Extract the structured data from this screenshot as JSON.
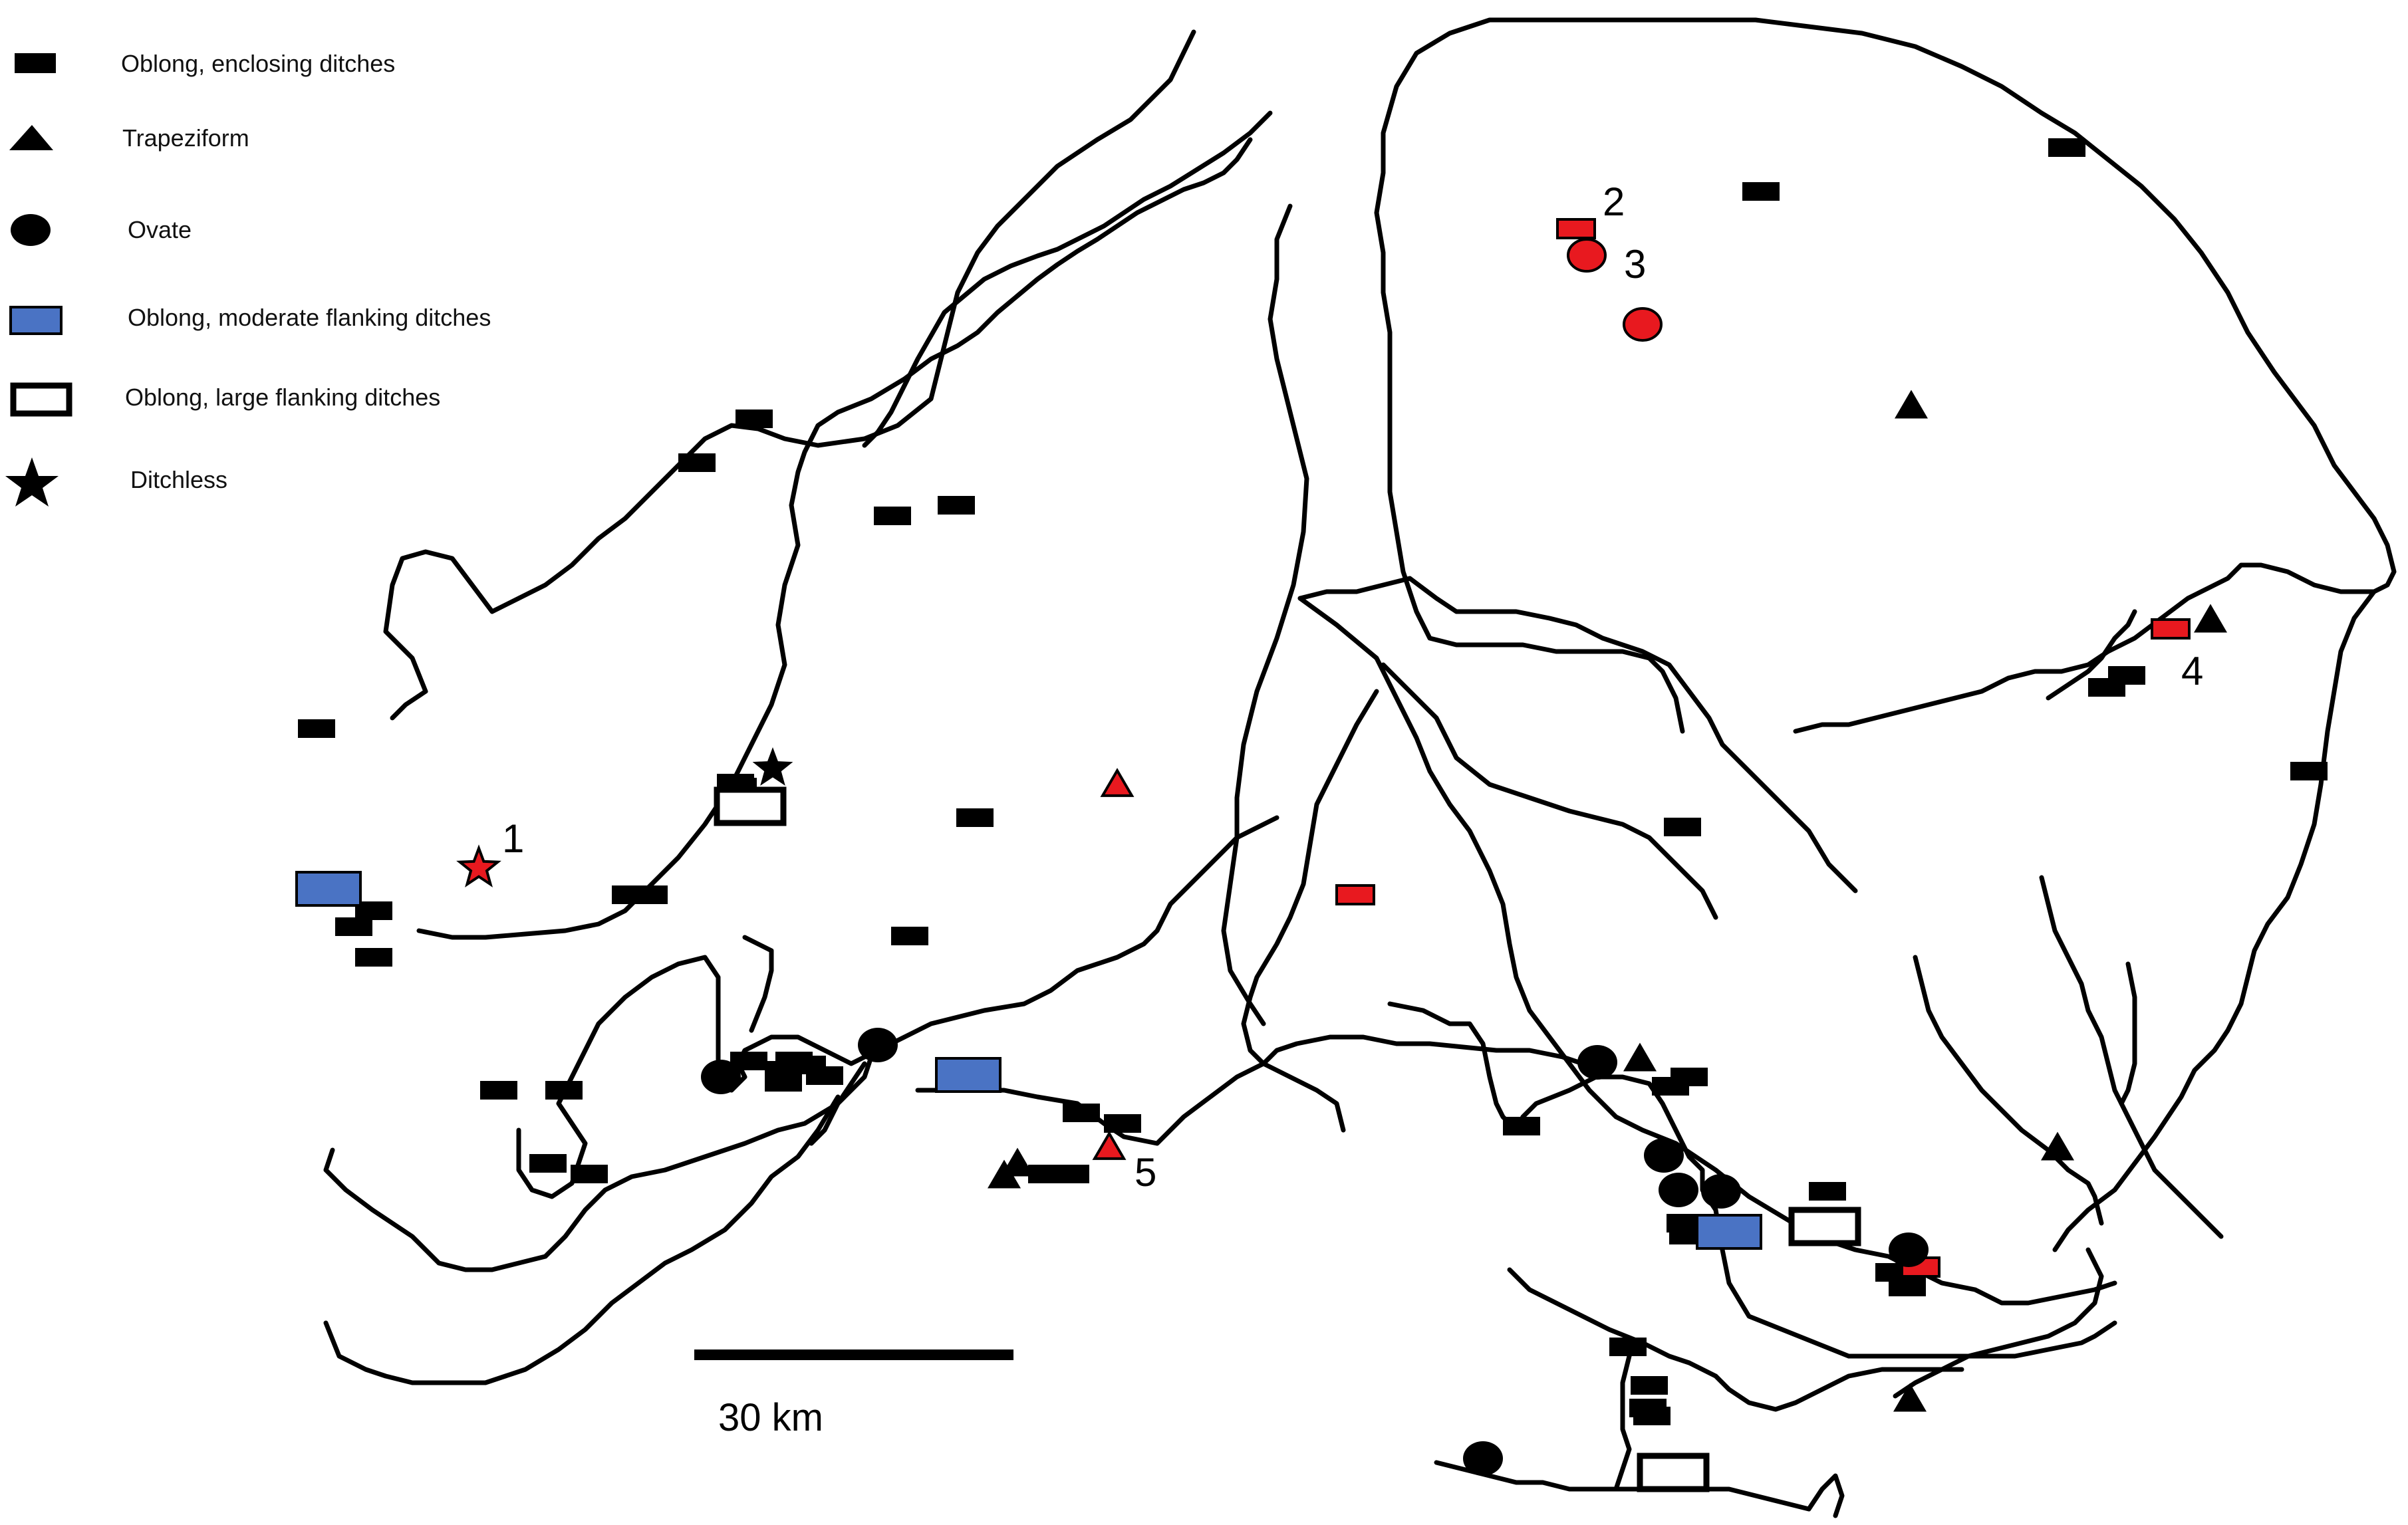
{
  "legend": {
    "items": [
      {
        "key": "oblong-enclosing",
        "label": "Oblong, enclosing ditches"
      },
      {
        "key": "trapeziform",
        "label": "Trapeziform"
      },
      {
        "key": "ovate",
        "label": "Ovate"
      },
      {
        "key": "oblong-moderate",
        "label": "Oblong, moderate flanking ditches"
      },
      {
        "key": "oblong-large",
        "label": "Oblong, large flanking ditches"
      },
      {
        "key": "ditchless",
        "label": "Ditchless"
      }
    ]
  },
  "site_labels": [
    "1",
    "2",
    "3",
    "4",
    "5"
  ],
  "scale_bar": {
    "label": "30 km"
  },
  "colors": {
    "black": "#000000",
    "highlight_red": "#e8191f",
    "moderate_blue": "#4a73c4",
    "outline_white": "#ffffff"
  }
}
